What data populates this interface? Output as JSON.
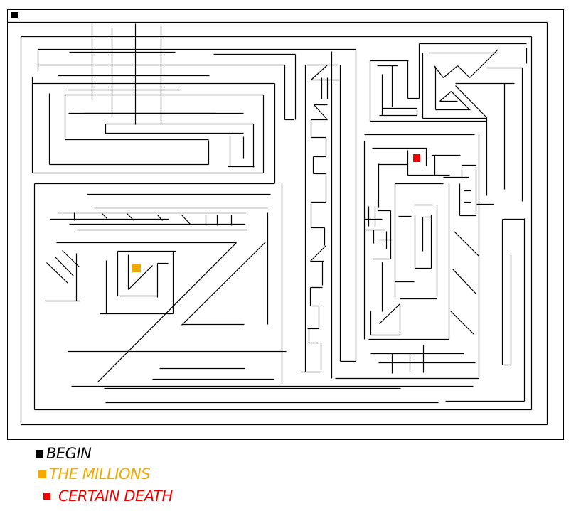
{
  "maze": {
    "wall_color": "#000000",
    "markers": {
      "begin": {
        "color": "#000000"
      },
      "the_millions": {
        "color": "#f5a800"
      },
      "certain_death": {
        "color": "#ee0000"
      }
    }
  },
  "legend": {
    "items": [
      {
        "label": "BEGIN",
        "color": "#000000",
        "icon": "black-square"
      },
      {
        "label": "THE MILLIONS",
        "color": "#f5a800",
        "icon": "orange-square"
      },
      {
        "label": "CERTAIN DEATH",
        "color": "#ee0000",
        "icon": "red-square"
      }
    ]
  }
}
